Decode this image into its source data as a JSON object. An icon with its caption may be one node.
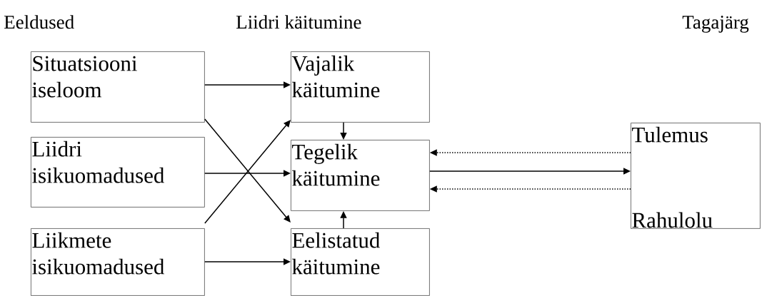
{
  "diagram": {
    "nodes": [
      {
        "text": [
          "Situatsiooni iseloom"
        ]
      },
      {
        "text": [
          "Liidri isikuomadused"
        ]
      },
      {
        "text": [
          "Liikmete isikuomadused"
        ]
      },
      {
        "text": [
          "Vajalik käitumine"
        ]
      },
      {
        "text": [
          "Tegelik käitumine"
        ]
      },
      {
        "text": [
          "Eelistatud käitumine"
        ]
      },
      {
        "text": [
          "Tulemus",
          "Rahulolu"
        ]
      }
    ],
    "edges": [
      {
        "from": 0,
        "to": 3,
        "arrow": "to"
      },
      {
        "from": 0,
        "to": 5,
        "arrow": "to"
      },
      {
        "from": 1,
        "to": 4,
        "arrow": "to"
      },
      {
        "from": 2,
        "to": 3,
        "arrow": "to"
      },
      {
        "from": 2,
        "to": 5,
        "arrow": "to"
      },
      {
        "from": 3,
        "to": 4,
        "arrow": "to"
      },
      {
        "from": 5,
        "to": 4,
        "arrow": "to"
      },
      {
        "from": 4,
        "to": 6,
        "arrow": "to"
      },
      {
        "from": 6,
        "to": 4,
        "arrow": "to",
        "style": "dashed"
      },
      {
        "from": 6,
        "to": 4,
        "arrow": "to",
        "style": "dashed"
      }
    ],
    "labels": [
      "Eeldused",
      "Liidri käitumine",
      "Tagajärg"
    ]
  }
}
